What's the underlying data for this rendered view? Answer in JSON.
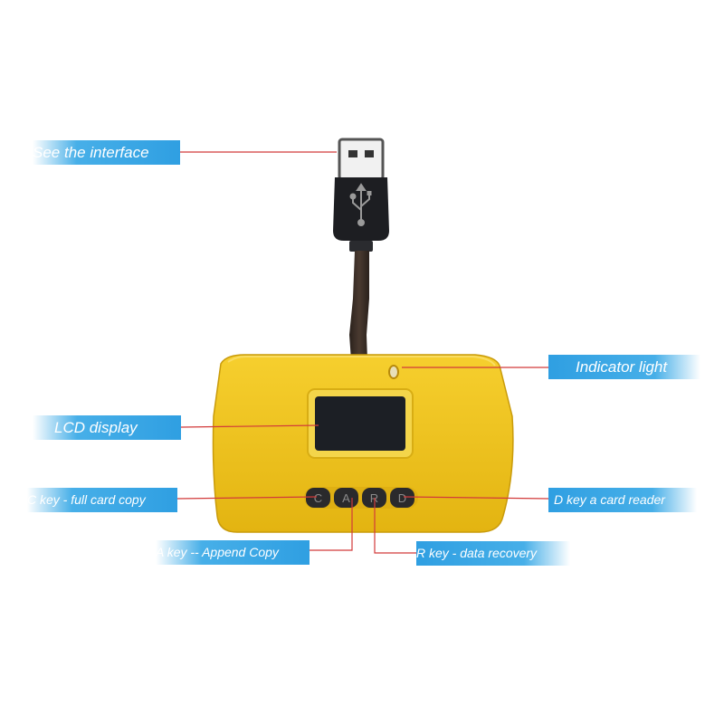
{
  "labels": {
    "interface": "See the interface",
    "indicator": "Indicator light",
    "lcd": "LCD display",
    "c_key": "C key - full card copy",
    "d_key": "D key a card reader",
    "a_key": "A key -- Append Copy",
    "r_key": "R key - data recovery"
  },
  "keys": [
    "C",
    "A",
    "R",
    "D"
  ],
  "colors": {
    "label_blue": "#36a5e6",
    "leader_red": "#d23a3a",
    "body_yellow": "#f2c318",
    "screen_dark": "#1c1f25"
  }
}
